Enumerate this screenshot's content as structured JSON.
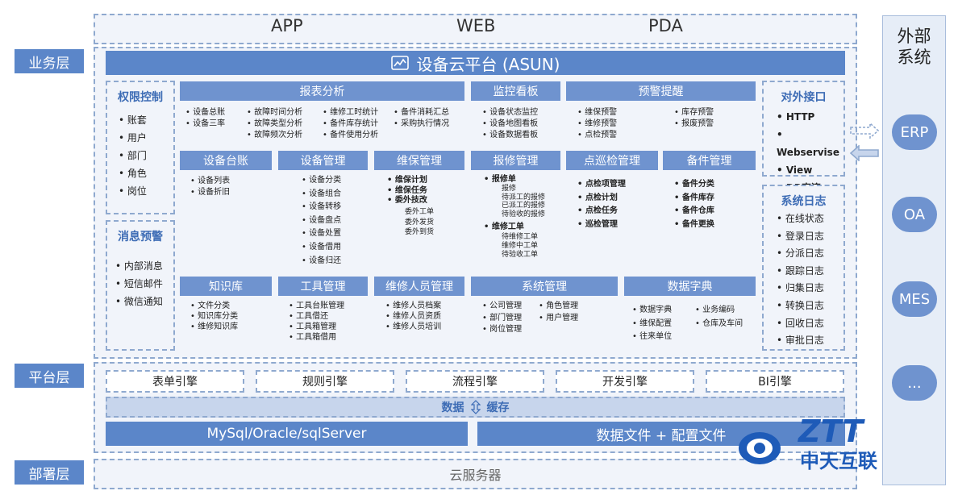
{
  "layers": {
    "business": "业务层",
    "platform": "平台层",
    "deploy": "部署层"
  },
  "clients": [
    "APP",
    "WEB",
    "PDA"
  ],
  "platform_title": "设备云平台 (ASUN)",
  "permission": {
    "title": "权限控制",
    "items": [
      "账套",
      "用户",
      "部门",
      "角色",
      "岗位"
    ]
  },
  "message": {
    "title": "消息预警",
    "items": [
      "内部消息",
      "短信邮件",
      "微信通知"
    ]
  },
  "report": {
    "title": "报表分析",
    "col1": [
      "设备总账",
      "设备三率"
    ],
    "col2": [
      "故障时间分析",
      "故障类型分析",
      "故障频次分析"
    ],
    "col3": [
      "维修工时统计",
      "备件库存统计",
      "备件使用分析"
    ],
    "col4": [
      "备件消耗汇总",
      "采购执行情况"
    ]
  },
  "monitor": {
    "title": "监控看板",
    "items": [
      "设备状态监控",
      "设备地图看板",
      "设备数据看板"
    ]
  },
  "alert": {
    "title": "预警提醒",
    "col1": [
      "维保预警",
      "维修预警",
      "点检预警"
    ],
    "col2": [
      "库存预警",
      "报废预警"
    ]
  },
  "interface": {
    "title": "对外接口",
    "items": [
      "HTTP",
      "Webservise",
      "View",
      "DB直连"
    ]
  },
  "syslog": {
    "title": "系统日志",
    "items": [
      "在线状态",
      "登录日志",
      "分派日志",
      "跟踪日志",
      "归集日志",
      "转换日志",
      "回收日志",
      "审批日志"
    ]
  },
  "ledger": {
    "title": "设备台账",
    "items": [
      "设备列表",
      "设备折旧"
    ]
  },
  "devmgmt": {
    "title": "设备管理",
    "items": [
      "设备分类",
      "设备组合",
      "设备转移",
      "设备盘点",
      "设备处置",
      "设备借用",
      "设备归还"
    ]
  },
  "maintain": {
    "title": "维保管理",
    "items": [
      "维保计划",
      "维保任务",
      "委外技改"
    ],
    "sub": [
      "委外工单",
      "委外发货",
      "委外到货"
    ]
  },
  "repair": {
    "title": "报修管理",
    "item1": "报修单",
    "sub1": [
      "报修",
      "待派工的报修",
      "已派工的报修",
      "待验收的报修"
    ],
    "item2": "维修工单",
    "sub2": [
      "待维修工单",
      "维修中工单",
      "待验收工单"
    ]
  },
  "inspect": {
    "title": "点巡检管理",
    "items": [
      "点检项管理",
      "点检计划",
      "点检任务",
      "巡检管理"
    ]
  },
  "spare": {
    "title": "备件管理",
    "items": [
      "备件分类",
      "备件库存",
      "备件仓库",
      "备件更换"
    ]
  },
  "knowledge": {
    "title": "知识库",
    "items": [
      "文件分类",
      "知识库分类",
      "维修知识库"
    ]
  },
  "tools": {
    "title": "工具管理",
    "items": [
      "工具台账管理",
      "工具借还",
      "工具箱管理",
      "工具箱借用"
    ]
  },
  "staff": {
    "title": "维修人员管理",
    "items": [
      "维修人员档案",
      "维修人员资质",
      "维修人员培训"
    ]
  },
  "sysmgmt": {
    "title": "系统管理",
    "col1": [
      "公司管理",
      "部门管理",
      "岗位管理"
    ],
    "col2": [
      "角色管理",
      "用户管理"
    ]
  },
  "dict": {
    "title": "数据字典",
    "col1": [
      "数据字典",
      "维保配置",
      "往来单位"
    ],
    "col2": [
      "业务编码",
      "仓库及车间"
    ]
  },
  "engines": [
    "表单引擎",
    "规则引擎",
    "流程引擎",
    "开发引擎",
    "BI引擎"
  ],
  "data_bar": {
    "left": "数据",
    "right": "缓存"
  },
  "db": "MySql/Oracle/sqlServer",
  "files": "数据文件 + 配置文件",
  "cloud_server": "云服务器",
  "external": {
    "title": "外部系统",
    "systems": [
      "ERP",
      "OA",
      "MES",
      "..."
    ]
  },
  "logo": {
    "text": "中天互联",
    "mark": "ZTT"
  },
  "colors": {
    "primary": "#5b86c9",
    "head": "#6f93cf",
    "dash": "#8fa9cf",
    "panel": "#f1f4fa"
  }
}
